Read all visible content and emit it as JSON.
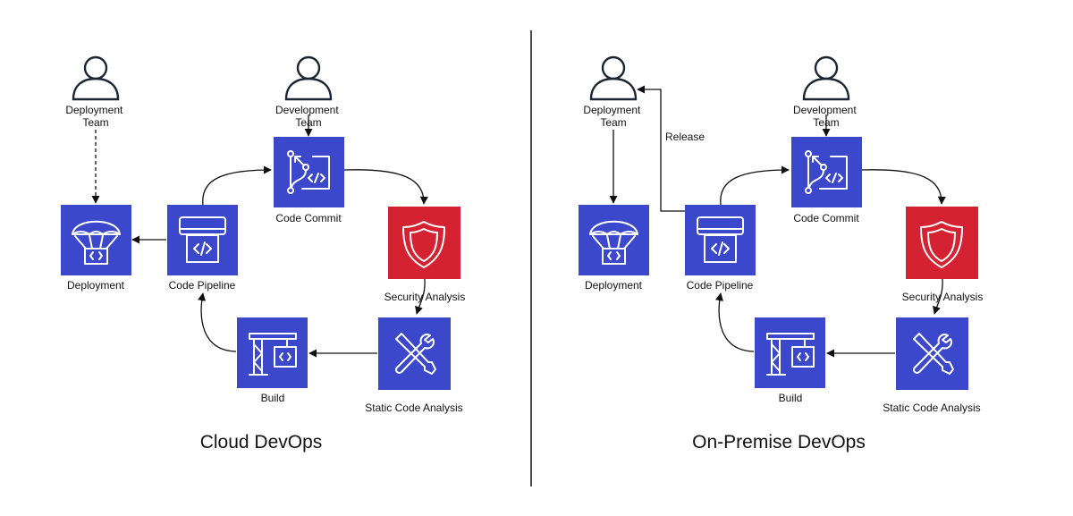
{
  "colors": {
    "service_blue": "#3b48cc",
    "security_red": "#d42233",
    "line": "#111111"
  },
  "panels": {
    "cloud": {
      "title": "Cloud DevOps",
      "labels": {
        "deployment_team": [
          "Deployment",
          "Team"
        ],
        "development_team": [
          "Development",
          "Team"
        ],
        "code_commit": "Code Commit",
        "security_analysis": "Security Analysis",
        "static_code_analysis": "Static Code Analysis",
        "build": "Build",
        "code_pipeline": "Code Pipeline",
        "deployment": "Deployment"
      }
    },
    "onprem": {
      "title": "On-Premise DevOps",
      "release_label": "Release",
      "labels": {
        "deployment_team": [
          "Deployment",
          "Team"
        ],
        "development_team": [
          "Development",
          "Team"
        ],
        "code_commit": "Code Commit",
        "security_analysis": "Security Analysis",
        "static_code_analysis": "Static Code Analysis",
        "build": "Build",
        "code_pipeline": "Code Pipeline",
        "deployment": "Deployment"
      }
    }
  },
  "icons": {
    "person": "user-icon",
    "code_commit": "git-commit-icon",
    "security_analysis": "shield-icon",
    "static_code_analysis": "tools-icon",
    "build": "crane-icon",
    "code_pipeline": "pipeline-icon",
    "deployment": "parachute-icon"
  }
}
